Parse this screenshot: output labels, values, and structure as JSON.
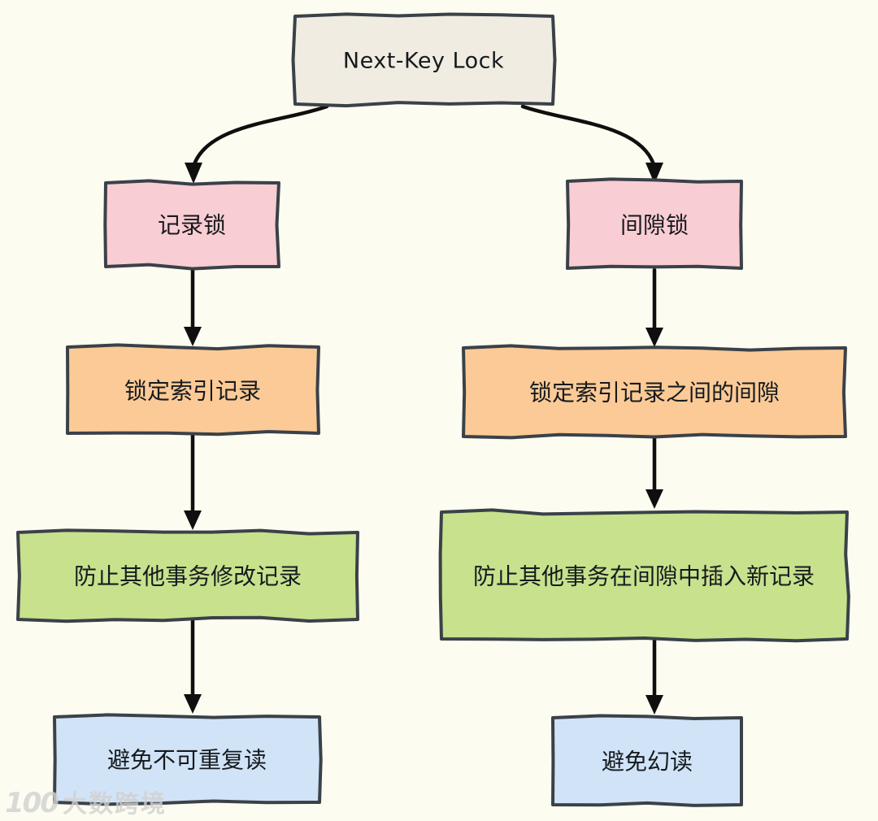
{
  "diagram": {
    "root": {
      "label": "Next-Key Lock",
      "color": "#f0ece2"
    },
    "branches": [
      {
        "name": "record-lock-branch",
        "nodes": [
          {
            "label": "记录锁",
            "color": "#f9cdd4"
          },
          {
            "label": "锁定索引记录",
            "color": "#fbca96"
          },
          {
            "label": "防止其他事务修改记录",
            "color": "#c7e18d"
          },
          {
            "label": "避免不可重复读",
            "color": "#d0e3f7"
          }
        ]
      },
      {
        "name": "gap-lock-branch",
        "nodes": [
          {
            "label": "间隙锁",
            "color": "#f9cdd4"
          },
          {
            "label": "锁定索引记录之间的间隙",
            "color": "#fbca96"
          },
          {
            "label": "防止其他事务在间隙中插入新记录",
            "color": "#c7e18d"
          },
          {
            "label": "避免幻读",
            "color": "#d0e3f7"
          }
        ]
      }
    ]
  },
  "watermark": {
    "logo": "100",
    "text": "大数跨境"
  },
  "colors": {
    "background": "#fcfcf1",
    "box_border": "#3b4148",
    "arrow": "#0f0f0f",
    "text": "#161a1d"
  }
}
